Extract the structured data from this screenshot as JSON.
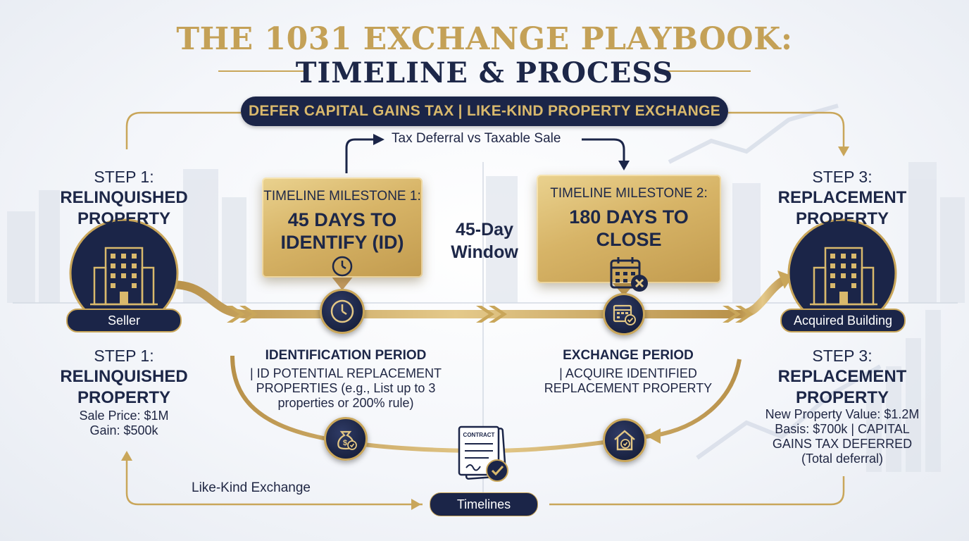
{
  "title": {
    "line1": "THE 1031 EXCHANGE PLAYBOOK:",
    "line2": "TIMELINE & PROCESS"
  },
  "banner": "DEFER CAPITAL GAINS TAX | LIKE-KIND PROPERTY EXCHANGE",
  "subtitle": "Tax Deferral vs Taxable Sale",
  "left": {
    "step_num": "STEP 1:",
    "step_name_1": "RELINQUISHED",
    "step_name_2": "PROPERTY",
    "pill": "Seller",
    "lower_step_num": "STEP 1:",
    "lower_name_1": "RELINQUISHED",
    "lower_name_2": "PROPERTY",
    "detail_1": "Sale Price: $1M",
    "detail_2": "Gain: $500k"
  },
  "right": {
    "step_num": "STEP 3:",
    "step_name_1": "REPLACEMENT",
    "step_name_2": "PROPERTY",
    "pill": "Acquired Building",
    "lower_step_num": "STEP 3:",
    "lower_name_1": "REPLACEMENT",
    "lower_name_2": "PROPERTY",
    "detail_1": "New Property Value: $1.2M",
    "detail_2": "Basis: $700k | CAPITAL",
    "detail_3": "GAINS TAX DEFERRED",
    "detail_4": "(Total deferral)"
  },
  "milestone1": {
    "label": "TIMELINE MILESTONE 1:",
    "big_1": "45 DAYS TO",
    "big_2": "IDENTIFY (ID)"
  },
  "milestone2": {
    "label": "TIMELINE MILESTONE 2:",
    "big_1": "180 DAYS TO CLOSE"
  },
  "window": {
    "line1": "45-Day",
    "line2": "Window"
  },
  "identification": {
    "title": "IDENTIFICATION PERIOD",
    "line1": "| ID POTENTIAL REPLACEMENT",
    "line2": "PROPERTIES (e.g., List up to 3",
    "line3": "properties or 200% rule)"
  },
  "exchange": {
    "title": "EXCHANGE PERIOD",
    "line1": "| ACQUIRE IDENTIFIED",
    "line2": "REPLACEMENT PROPERTY"
  },
  "contract_doc": "CONTRACT",
  "like_kind": "Like-Kind Exchange",
  "timelines_pill": "Timelines",
  "colors": {
    "navy": "#1b2548",
    "gold": "#c9a65a",
    "gold_light": "#e3c784"
  },
  "icons": [
    "building-icon",
    "clock-icon",
    "calendar-x-icon",
    "calendar-check-icon",
    "money-bag-icon",
    "contract-icon",
    "house-check-icon"
  ]
}
